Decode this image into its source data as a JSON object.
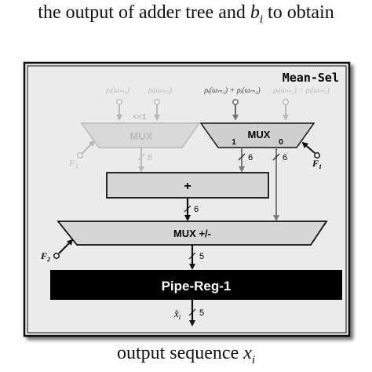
{
  "header": {
    "text_before": "the output of adder tree and ",
    "symbol": "b",
    "subscript": "i",
    "text_after": " to obtain"
  },
  "footer": {
    "text_before": "output sequence ",
    "symbol": "x",
    "subscript": "i"
  },
  "diagram": {
    "title": "Mean-Sel",
    "inputs": {
      "left_a": "ρᵢ(ωₘ₁)",
      "left_b": "ρᵢ(ωₘ₂)",
      "right_a": "ρᵢ(ωₘ₁) + ρᵢ(ωₘ₂)",
      "right_b": "ρᵢ(ωₘ₁) − ρᵢ(ωₘ₂)"
    },
    "shift_label": "<<1",
    "mux_left_label": "MUX",
    "mux_right_label": "MUX",
    "mux_right_port_1": "1",
    "mux_right_port_0": "0",
    "f3": "F",
    "f3_sub": "3",
    "f1": "F",
    "f1_sub": "1",
    "f2": "F",
    "f2_sub": "2",
    "adder_label": "+",
    "mux_pm_label": "MUX +/-",
    "pipe_reg_label": "Pipe-Reg-1",
    "output_symbol": "x̂",
    "output_sub": "i",
    "width_6": "6",
    "width_5": "5",
    "colors": {
      "frame_bg": "#ebebeb",
      "faded": "#b8b8b8",
      "faded_fill": "#d9d9d9",
      "dark": "#111111",
      "mux_fill": "#cfcfcf",
      "pipe_fill": "#000000"
    }
  }
}
